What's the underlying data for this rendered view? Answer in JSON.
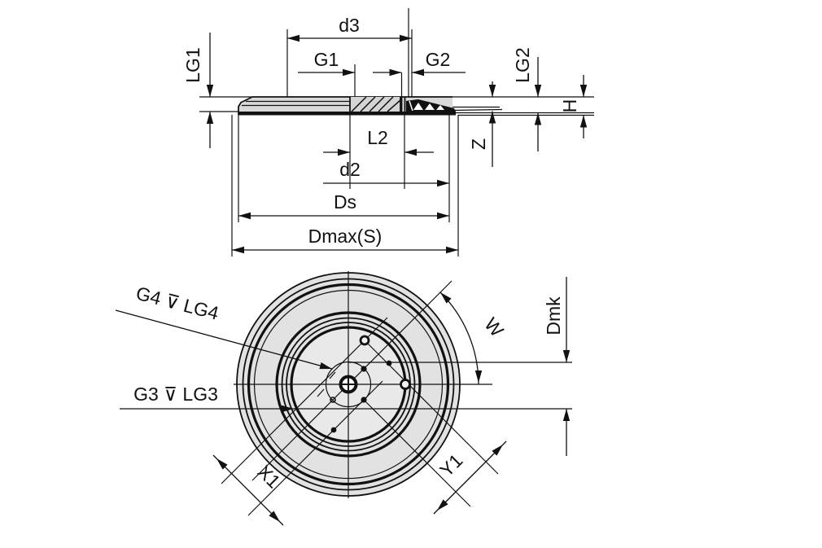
{
  "drawing": {
    "colors": {
      "line": "#111111",
      "body_fill": "#e2e2e2",
      "inner_fill": "#e9e9e9",
      "section_fill": "#d9d9d9",
      "background": "#ffffff"
    },
    "section_view": {
      "labels": {
        "d3": "d3",
        "g1": "G1",
        "g2": "G2",
        "lg1": "LG1",
        "lg2": "LG2",
        "h": "H",
        "z": "Z",
        "l2": "L2",
        "d2": "d2",
        "ds": "Ds",
        "dmax": "Dmax(S)"
      }
    },
    "top_view": {
      "labels": {
        "g4": "G4 ⊽ LG4",
        "g3": "G3 ⊽ LG3",
        "w": "W",
        "dmk": "Dmk",
        "x1": "X1",
        "y1": "Y1"
      }
    }
  }
}
